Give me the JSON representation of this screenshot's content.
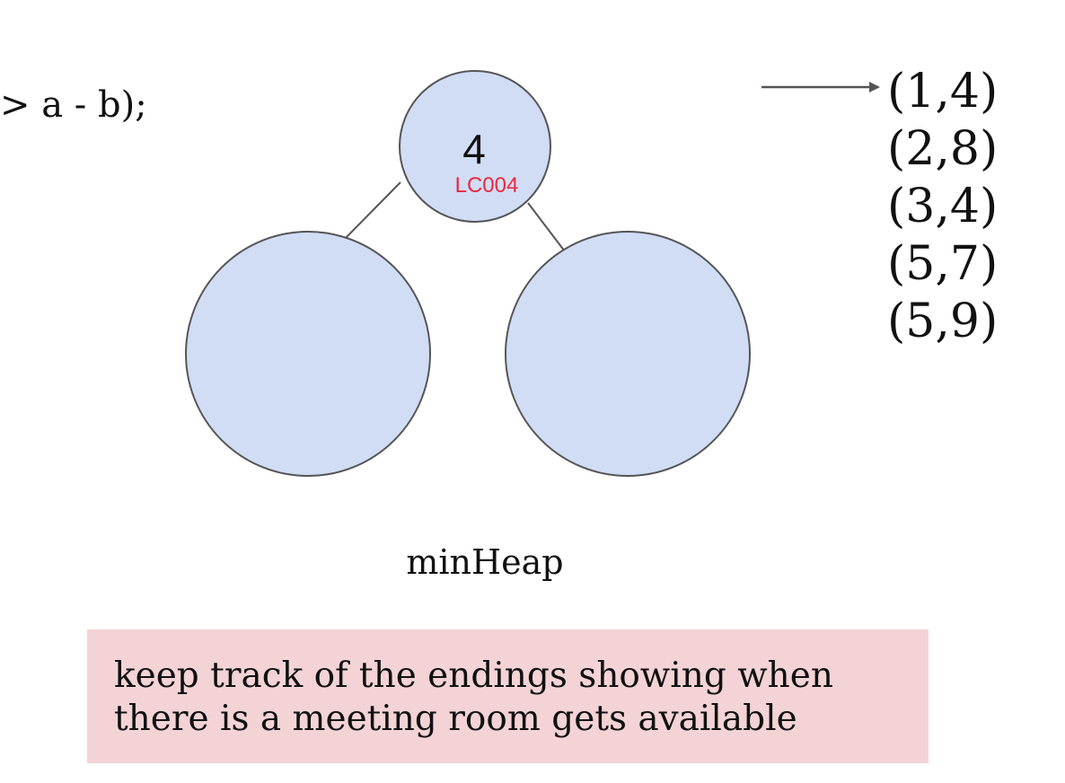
{
  "code_fragment": "> a - b);",
  "heap": {
    "root": {
      "value": "4",
      "tag": "LC004"
    },
    "label": "minHeap"
  },
  "intervals": [
    "(1,4)",
    "(2,8)",
    "(3,4)",
    "(5,7)",
    "(5,9)"
  ],
  "note": "keep track of the endings showing when there is a meeting room gets available",
  "colors": {
    "node_fill": "#d1ddf5",
    "node_stroke": "#555555",
    "tag": "#e8283f",
    "note_bg": "#f3d3d6"
  }
}
